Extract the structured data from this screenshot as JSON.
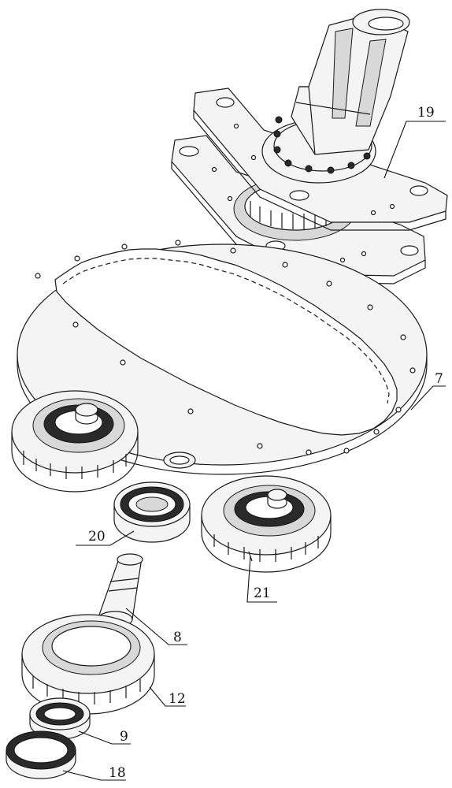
{
  "labels": {
    "shaft_assembly": "19",
    "ring_gear": "7",
    "bearing_left": "20",
    "planet_gear_right": "21",
    "pin_shaft": "8",
    "large_gear": "12",
    "bearing_small": "9",
    "ring_seal": "18"
  }
}
